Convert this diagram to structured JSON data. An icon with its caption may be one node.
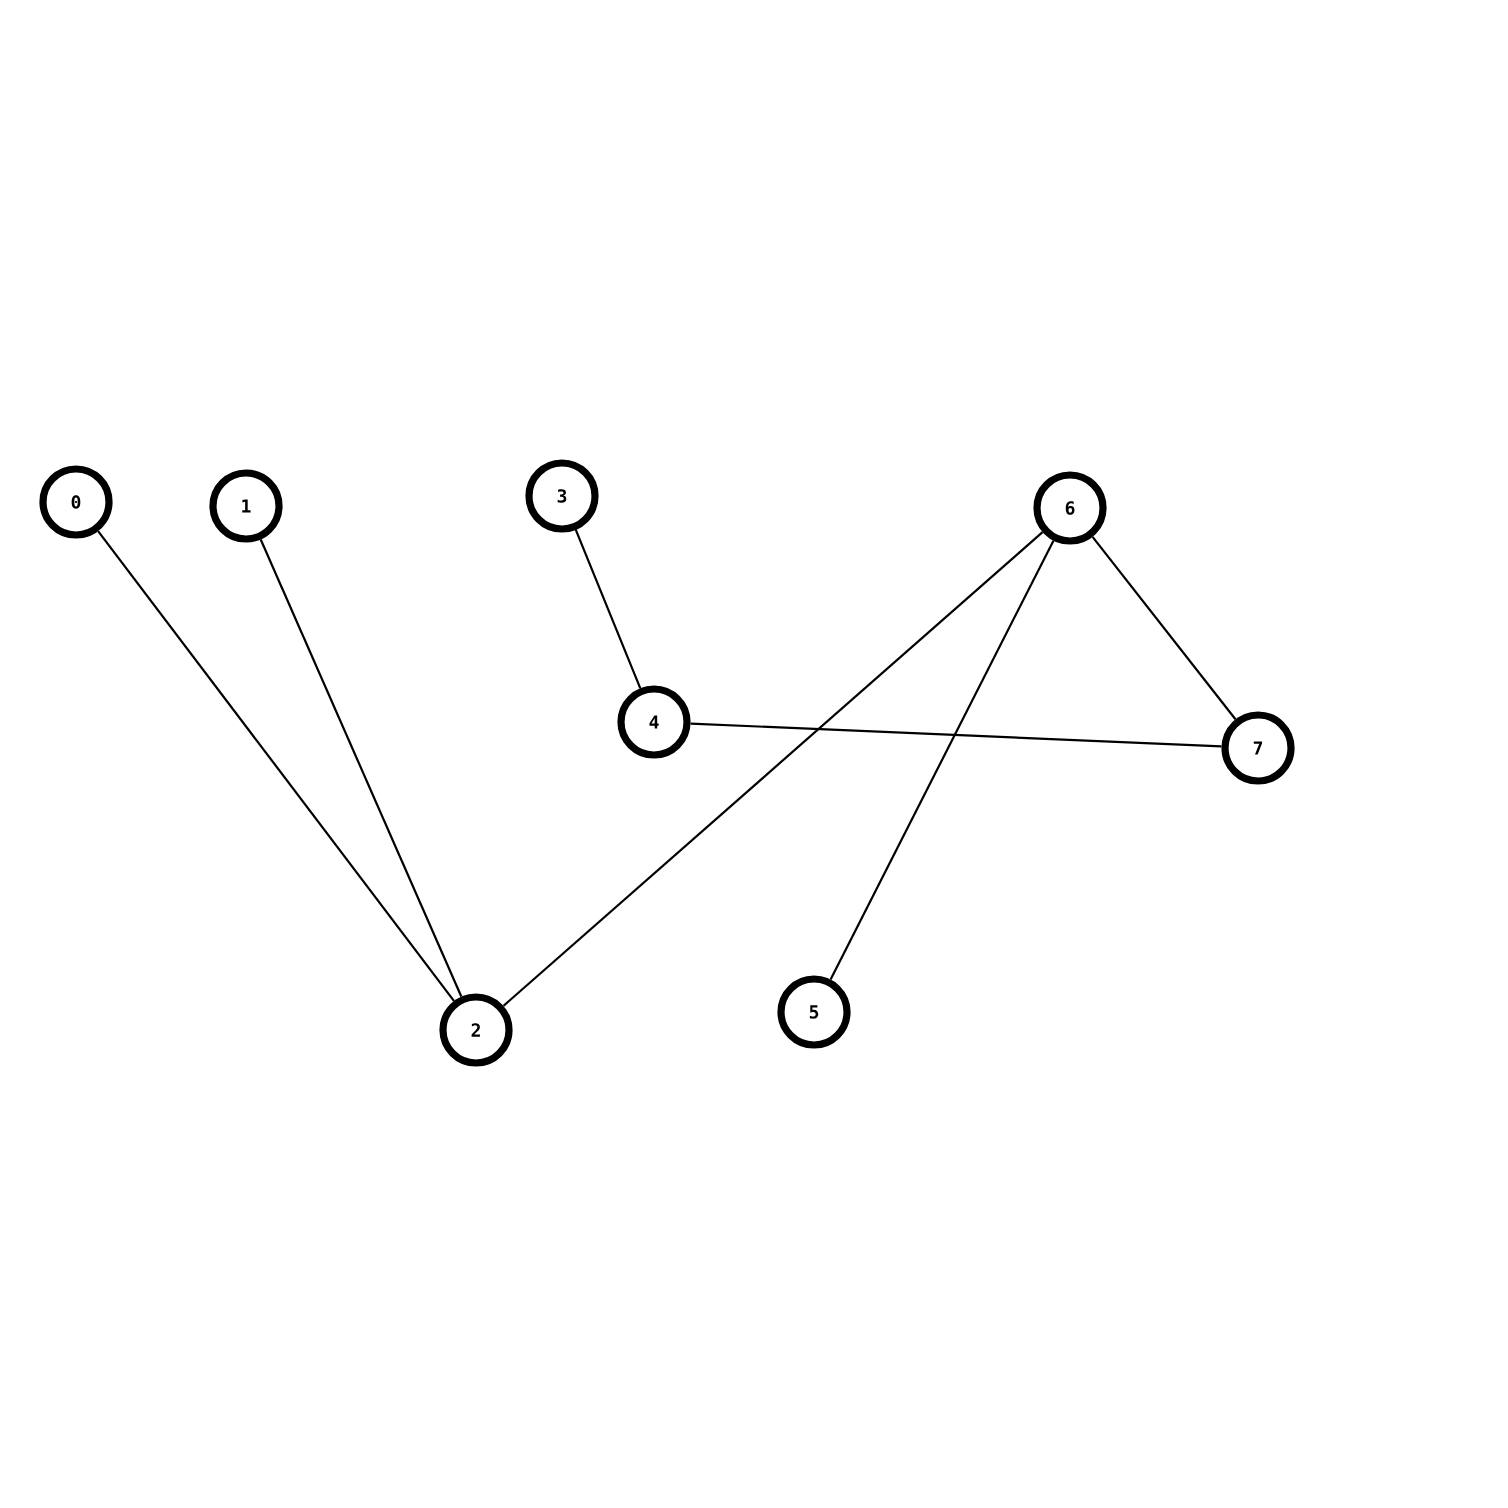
{
  "diagram": {
    "nodes": [
      {
        "text": [
          "0"
        ]
      },
      {
        "text": [
          "1"
        ]
      },
      {
        "text": [
          "2"
        ]
      },
      {
        "text": [
          "3"
        ]
      },
      {
        "text": [
          "4"
        ]
      },
      {
        "text": [
          "5"
        ]
      },
      {
        "text": [
          "6"
        ]
      },
      {
        "text": [
          "7"
        ]
      }
    ],
    "edges": [
      {
        "from": 0,
        "to": 2,
        "arrow": "none"
      },
      {
        "from": 1,
        "to": 2,
        "arrow": "none"
      },
      {
        "from": 3,
        "to": 4,
        "arrow": "none"
      },
      {
        "from": 4,
        "to": 7,
        "arrow": "none"
      },
      {
        "from": 6,
        "to": 2,
        "arrow": "none"
      },
      {
        "from": 6,
        "to": 5,
        "arrow": "none"
      },
      {
        "from": 6,
        "to": 7,
        "arrow": "none"
      }
    ]
  }
}
